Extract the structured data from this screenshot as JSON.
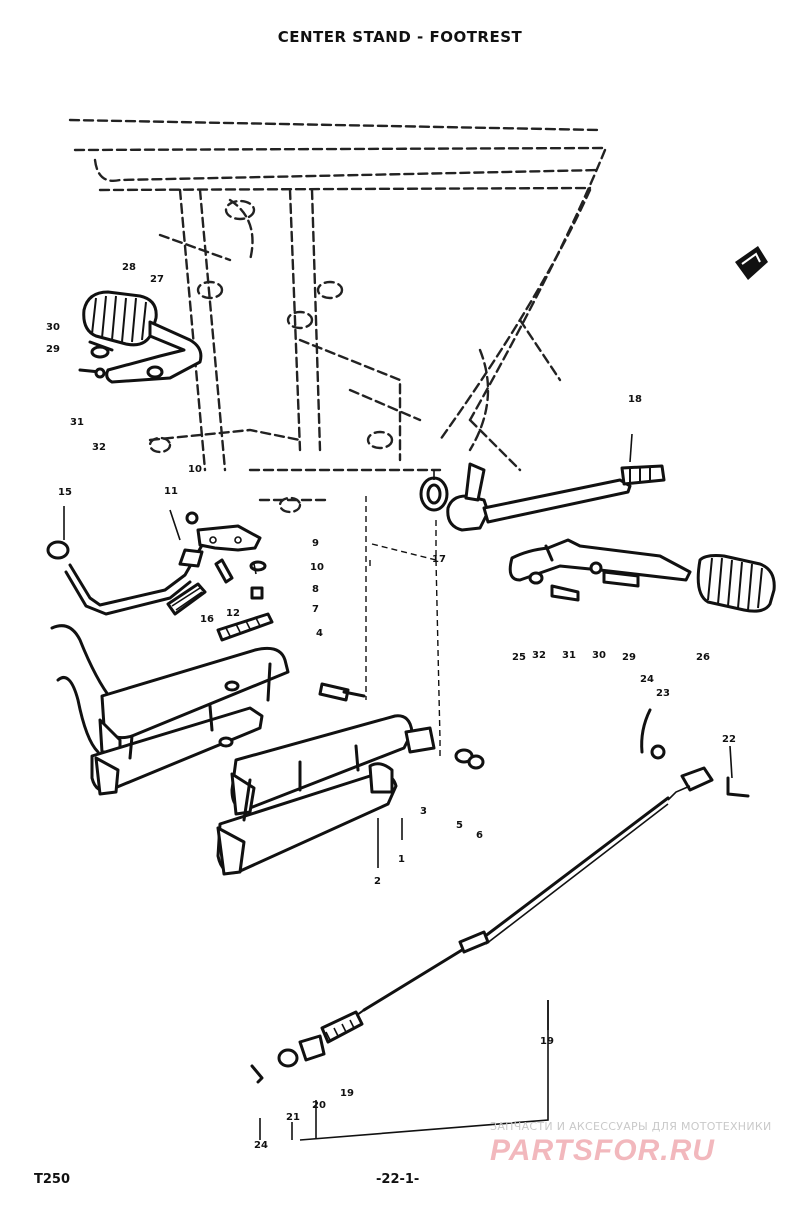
{
  "title": "CENTER STAND - FOOTREST",
  "footer": {
    "model": "T250",
    "page": "-22-1-"
  },
  "watermark": {
    "tagline": "ЗАПЧАСТИ И АКСЕССУАРЫ ДЛЯ МОТОТЕХНИКИ",
    "logo": "PARTSFOR.RU"
  },
  "callouts": [
    "1",
    "2",
    "3",
    "4",
    "5",
    "6",
    "7",
    "8",
    "9",
    "10",
    "11",
    "12",
    "15",
    "16",
    "17",
    "18",
    "19",
    "20",
    "21",
    "22",
    "23",
    "24",
    "25",
    "26",
    "27",
    "28",
    "29",
    "30",
    "31",
    "32"
  ],
  "icons": [
    "front-direction-arrow-icon"
  ]
}
